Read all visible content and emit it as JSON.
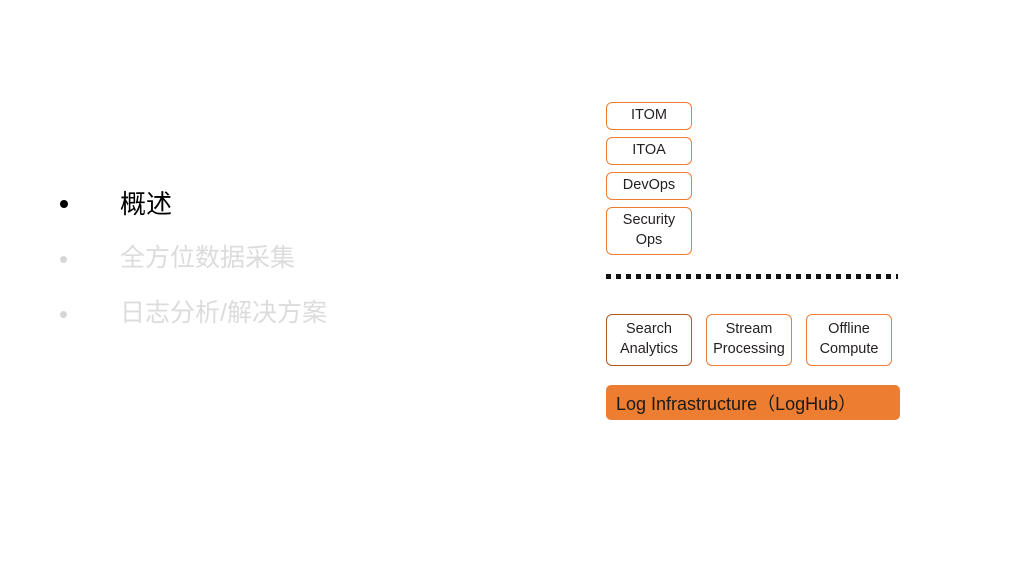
{
  "slide": {
    "background_color": "#FFFFFF",
    "accent_color": "#ED7D31",
    "accent_dark_color": "#B5591F",
    "dim_text_color": "#DCDCDC"
  },
  "agenda": {
    "items": [
      {
        "label": "概述",
        "state": "active"
      },
      {
        "label": "全方位数据采集",
        "state": "dim"
      },
      {
        "label": "日志分析/解决方案",
        "state": "dim"
      }
    ]
  },
  "diagram": {
    "scenario_boxes": [
      {
        "label": "ITOM",
        "lines": 1
      },
      {
        "label": "ITOA",
        "lines": 1
      },
      {
        "label": "DevOps",
        "lines": 1
      },
      {
        "label": "Security Ops",
        "lines": 2
      }
    ],
    "divider": {
      "style": "dotted",
      "color": "#111111"
    },
    "capability_boxes": [
      {
        "line1": "Search",
        "line2": "Analytics",
        "border": "#B5591F"
      },
      {
        "line1": "Stream",
        "line2": "Processing",
        "border": "#ED7D31"
      },
      {
        "line1": "Offline",
        "line2": "Compute",
        "border": "#ED7D31"
      }
    ],
    "infrastructure_bar": {
      "label": "Log Infrastructure（LogHub）",
      "fill": "#ED7D31"
    }
  }
}
